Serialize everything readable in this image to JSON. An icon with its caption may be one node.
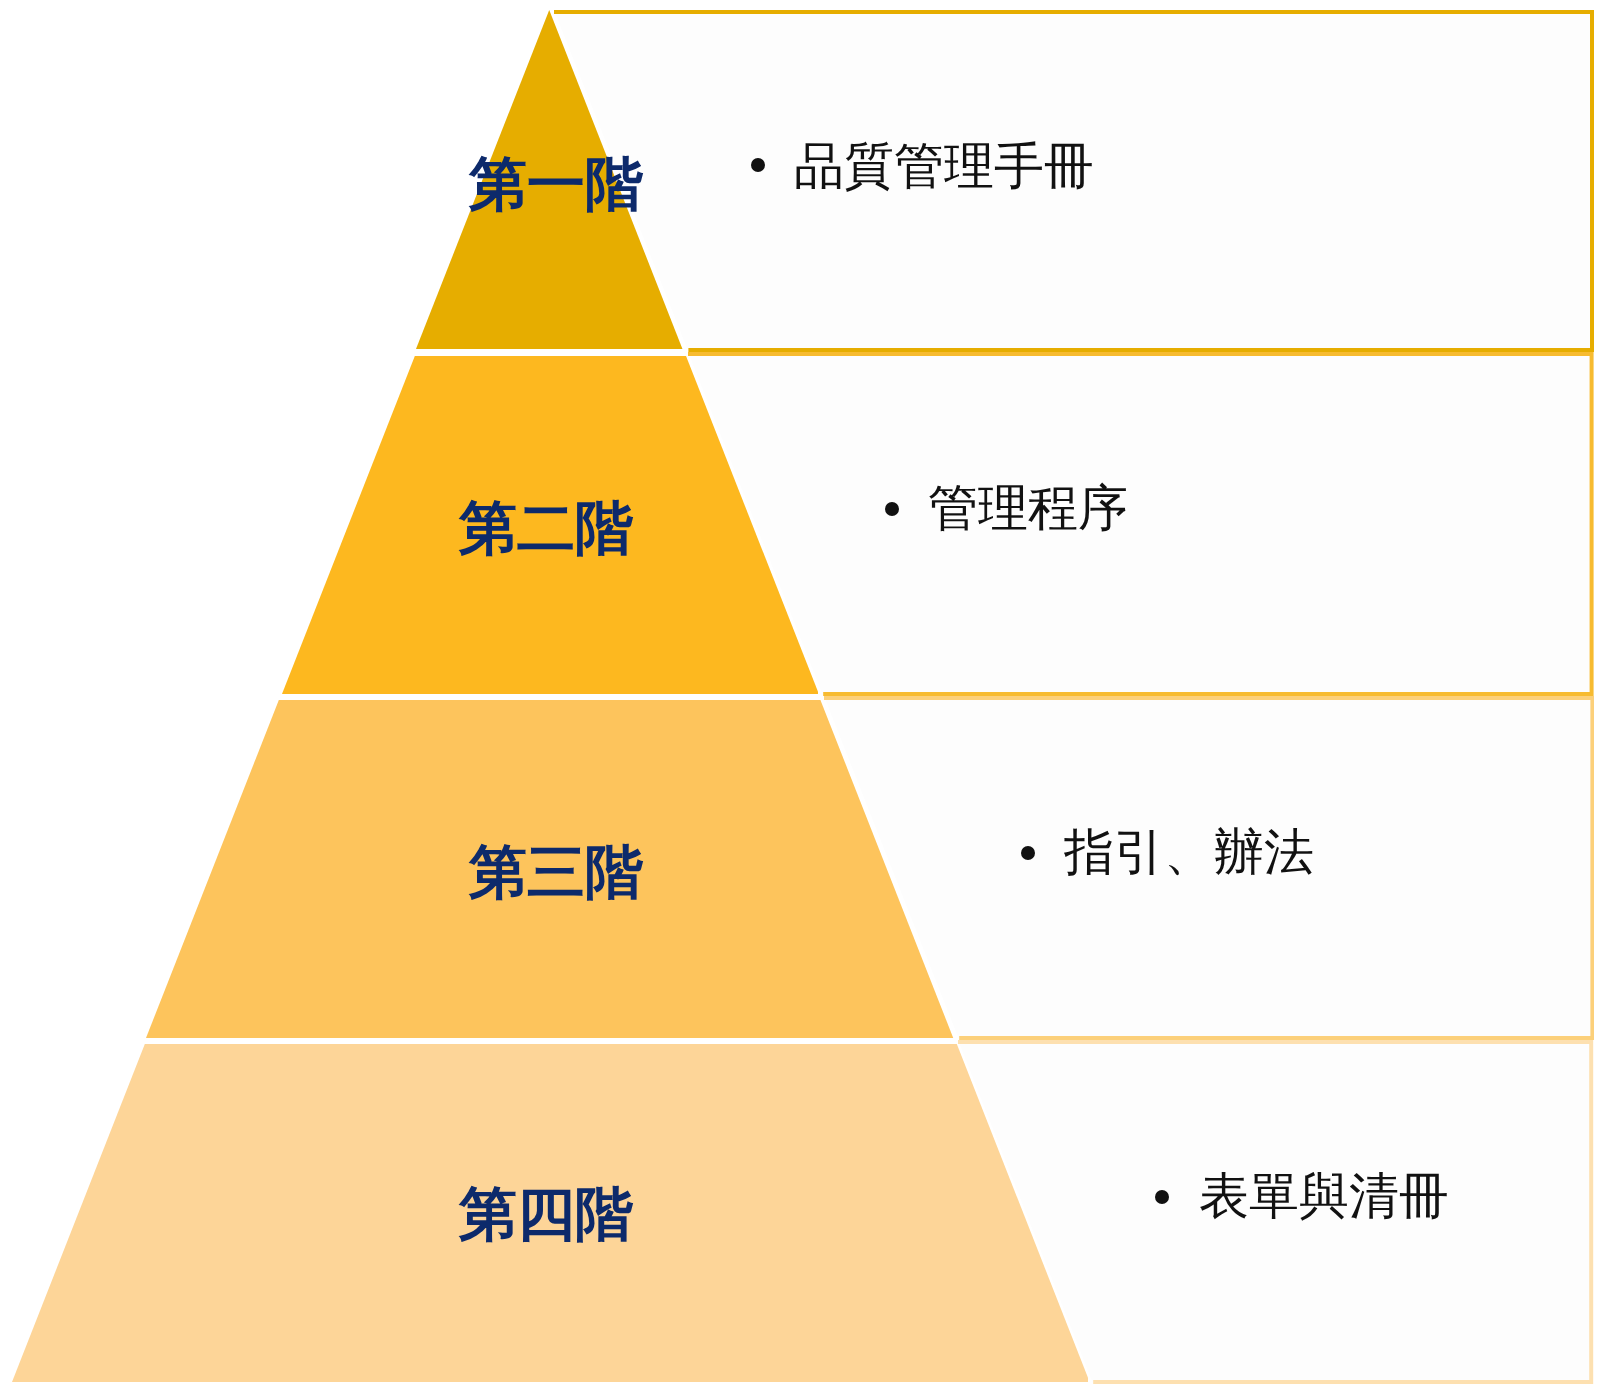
{
  "diagram": {
    "nodes": [
      {
        "text": [
          "第一階"
        ]
      },
      {
        "text": [
          "第二階"
        ]
      },
      {
        "text": [
          "第三階"
        ]
      },
      {
        "text": [
          "第四階"
        ]
      },
      {
        "text": [
          "品質管理手冊"
        ]
      },
      {
        "text": [
          "管理程序"
        ]
      },
      {
        "text": [
          "指引、辦法"
        ]
      },
      {
        "text": [
          "表單與清冊"
        ]
      }
    ]
  }
}
